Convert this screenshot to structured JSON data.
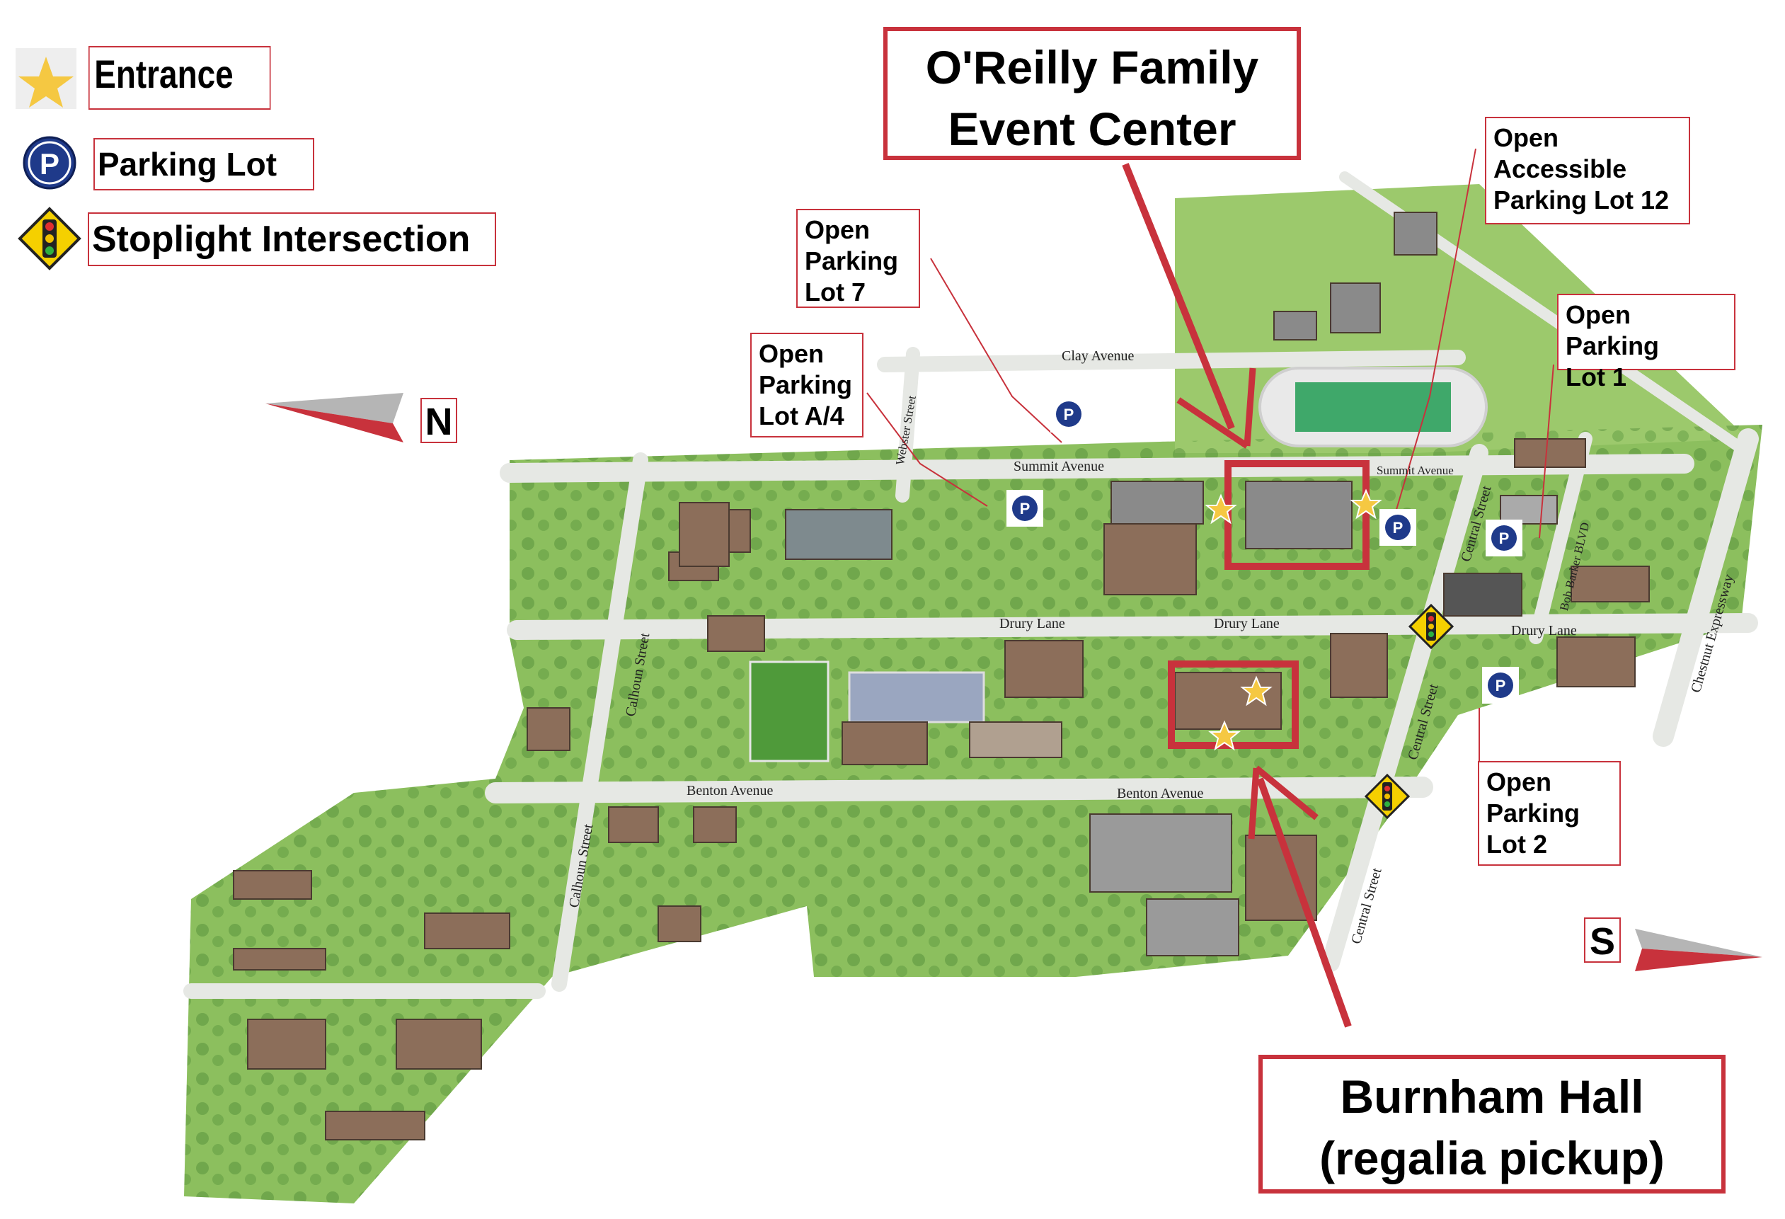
{
  "legend": {
    "entrance": "Entrance",
    "parking_lot": "Parking Lot",
    "stoplight": "Stoplight Intersection",
    "parking_symbol": "P"
  },
  "callouts": {
    "event_center": [
      "O'Reilly Family",
      "Event Center"
    ],
    "burnham_hall": [
      "Burnham Hall",
      "(regalia pickup)"
    ],
    "lot_7": [
      "Open",
      "Parking",
      "Lot 7"
    ],
    "lot_a4": [
      "Open",
      "Parking",
      "Lot A/4"
    ],
    "lot_12": [
      "Open",
      "Accessible",
      "Parking Lot 12"
    ],
    "lot_1": [
      "Open Parking",
      "Lot 1"
    ],
    "lot_2": [
      "Open",
      "Parking",
      "Lot 2"
    ]
  },
  "compass": {
    "north": "N",
    "south": "S"
  },
  "streets": {
    "clay_avenue": "Clay Avenue",
    "summit_avenue": "Summit Avenue",
    "summit_avenue_east": "Summit Avenue",
    "drury_lane_1": "Drury Lane",
    "drury_lane_2": "Drury Lane",
    "drury_lane_3": "Drury Lane",
    "benton_avenue_1": "Benton Avenue",
    "benton_avenue_2": "Benton Avenue",
    "webster_street": "Webster Street",
    "calhoun_street_1": "Calhoun Street",
    "calhoun_street_2": "Calhoun Street",
    "central_street_1": "Central Street",
    "central_street_2": "Central Street",
    "central_street_3": "Central Street",
    "bob_barker_blvd": "Bob Barker BLVD",
    "chestnut_expressway": "Chestnut Expressway"
  },
  "colors": {
    "accent_red": "#c8323c",
    "grass": "#8cbf5e",
    "grass_dark": "#5f9a3c",
    "road": "#e6e8e4",
    "building": "#8c6e5a",
    "roof_gray": "#8a8a8a",
    "parking_blue": "#1f3a8a",
    "star_yellow": "#f5c842",
    "sign_yellow": "#f5d000"
  }
}
